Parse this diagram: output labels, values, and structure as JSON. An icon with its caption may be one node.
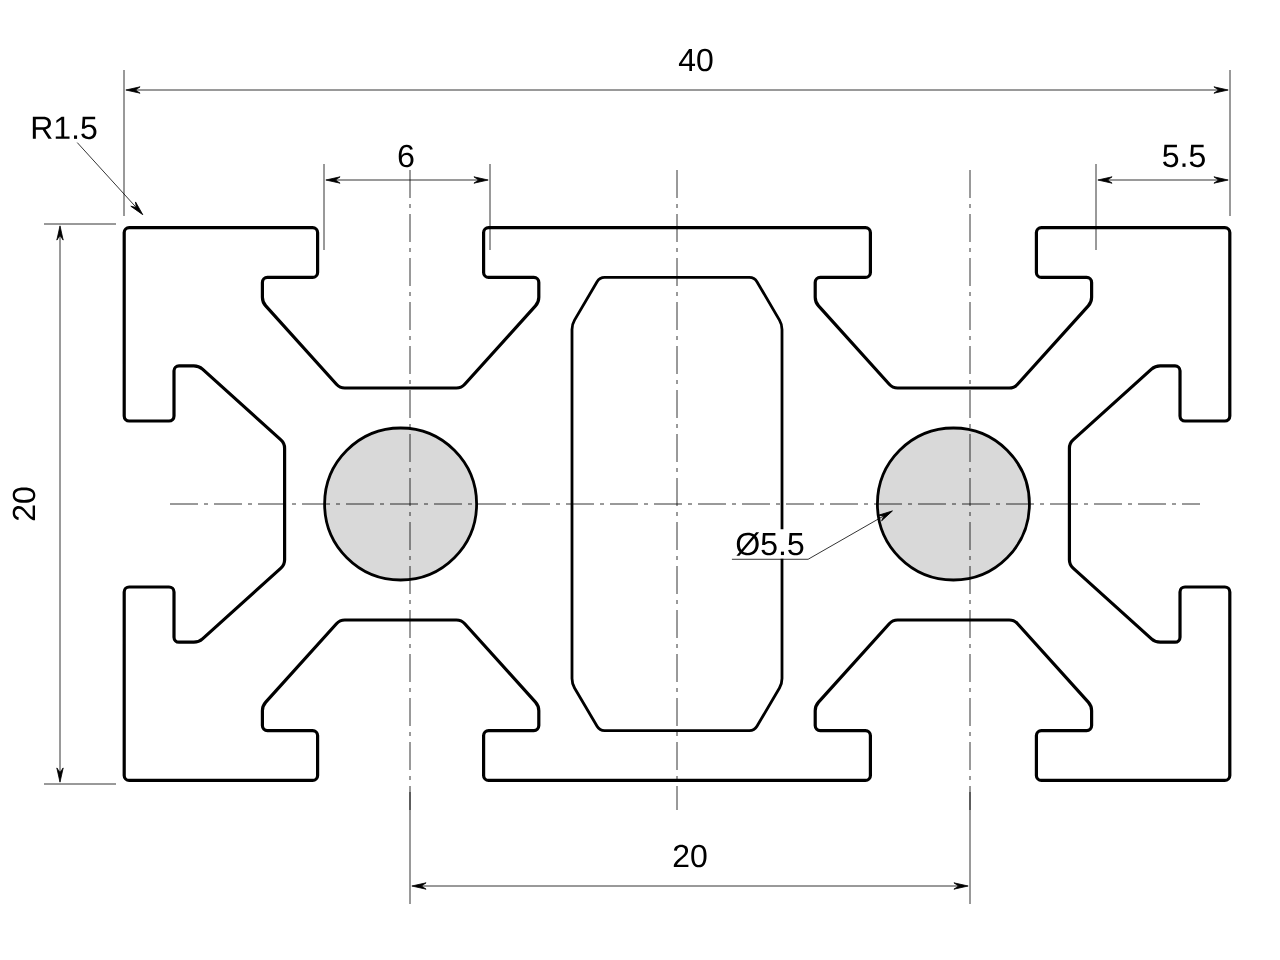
{
  "diagram": {
    "nodes": [
      {
        "text": [
          "R1.5"
        ]
      },
      {
        "text": [
          "Ø5.5"
        ]
      }
    ],
    "edges": [
      {
        "from": 0,
        "to": null,
        "arrow": "to"
      },
      {
        "from": 1,
        "to": null,
        "arrow": "to"
      }
    ],
    "labels": [
      "40",
      "6",
      "5.5",
      "20",
      "20"
    ]
  }
}
